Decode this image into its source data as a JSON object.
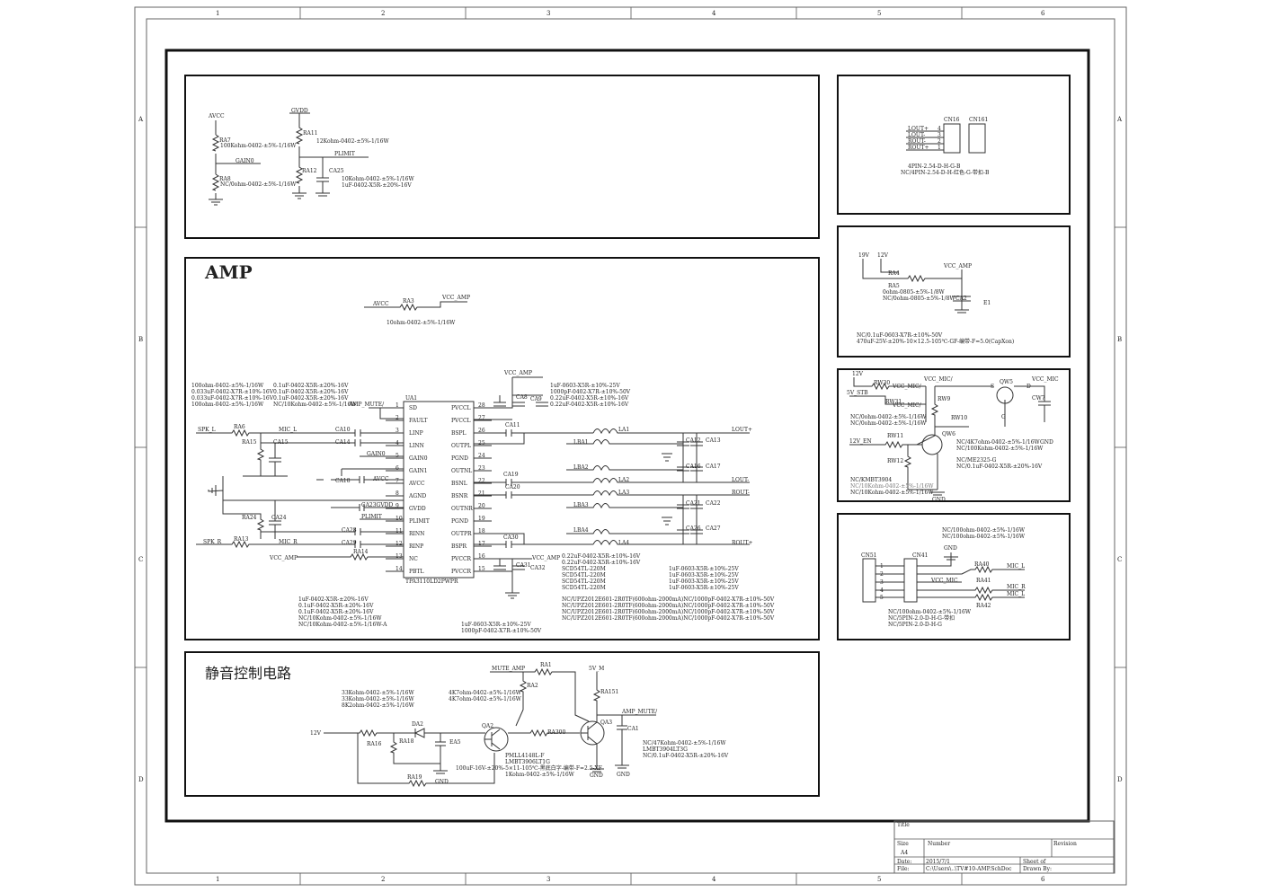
{
  "frame": {
    "columns": [
      "1",
      "2",
      "3",
      "4",
      "5",
      "6"
    ],
    "rows": [
      "A",
      "B",
      "C",
      "D"
    ]
  },
  "gain": {
    "avcc": "AVCC",
    "gvdd": "GVDD",
    "ra7": "RA7",
    "ra7_val": "100Kohm-0402-±5%-1/16W",
    "gain0": "GAIN0",
    "ra8": "RA8",
    "ra8_val": "NC/0ohm-0402-±5%-1/16W",
    "ra11": "RA11",
    "ra11_val": "12Kohm-0402-±5%-1/16W",
    "plimit": "PLIMIT",
    "ra12": "RA12",
    "ca25": "CA25",
    "ra12_val": "10Kohm-0402-±5%-1/16W",
    "ca25_val": "1uF-0402-X5R-±20%-16V"
  },
  "amp": {
    "title": "AMP",
    "avcc": "AVCC",
    "ra3": "RA3",
    "vcc_amp": "VCC_AMP",
    "ra3_val": "10ohm-0402-±5%-1/16W",
    "ic_ref": "UA1",
    "ic_part": "TPA3110LD2PWPR",
    "left_pins": [
      {
        "num": "1",
        "name": "SD"
      },
      {
        "num": "2",
        "name": "FAULT"
      },
      {
        "num": "3",
        "name": "LINP"
      },
      {
        "num": "4",
        "name": "LINN"
      },
      {
        "num": "5",
        "name": "GAIN0"
      },
      {
        "num": "6",
        "name": "GAIN1"
      },
      {
        "num": "7",
        "name": "AVCC"
      },
      {
        "num": "8",
        "name": "AGND"
      },
      {
        "num": "9",
        "name": "GVDD"
      },
      {
        "num": "10",
        "name": "PLIMIT"
      },
      {
        "num": "11",
        "name": "RINN"
      },
      {
        "num": "12",
        "name": "RINP"
      },
      {
        "num": "13",
        "name": "NC"
      },
      {
        "num": "14",
        "name": "PBTL"
      }
    ],
    "right_pins": [
      {
        "num": "28",
        "name": "PVCCL"
      },
      {
        "num": "27",
        "name": "PVCCL"
      },
      {
        "num": "26",
        "name": "BSPL"
      },
      {
        "num": "25",
        "name": "OUTPL"
      },
      {
        "num": "24",
        "name": "PGND"
      },
      {
        "num": "23",
        "name": "OUTNL"
      },
      {
        "num": "22",
        "name": "BSNL"
      },
      {
        "num": "21",
        "name": "BSNR"
      },
      {
        "num": "20",
        "name": "OUTNR"
      },
      {
        "num": "19",
        "name": "PGND"
      },
      {
        "num": "18",
        "name": "OUTPR"
      },
      {
        "num": "17",
        "name": "BSPR"
      },
      {
        "num": "16",
        "name": "PVCCR"
      },
      {
        "num": "15",
        "name": "PVCCR"
      }
    ],
    "notes_left": [
      "100ohm-0402-±5%-1/16W",
      "0.033uF-0402-X7R-±10%-16V",
      "0.033uF-0402-X7R-±10%-16V",
      "100ohm-0402-±5%-1/16W"
    ],
    "notes_left2": [
      "0.1uF-0402-X5R-±20%-16V",
      "0.1uF-0402-X5R-±20%-16V",
      "0.1uF-0402-X5R-±20%-16V",
      "NC/10Kohm-0402-±5%-1/16W"
    ],
    "amp_mute": "AMP_MUTE/",
    "spk_l": "SPK_L",
    "spk_r": "SPK_R",
    "mic_l": "MIC_L",
    "mic_r": "MIC_R",
    "vcc_amp2": "VCC_AMP",
    "ra6": "RA6",
    "ra15": "RA15",
    "ca15": "CA15",
    "ca10": "CA10",
    "ca14": "CA14",
    "ca18": "CA18",
    "ra24": "RA24",
    "ca24": "CA24",
    "ra13": "RA13",
    "ca28": "CA28",
    "ca29": "CA29",
    "ra14": "RA14",
    "ca23": "CA23GVDD",
    "gain0": "GAIN0",
    "plimit": "PLIMIT",
    "ca8": "CA8",
    "ca9": "CA9",
    "ca11": "CA11",
    "ca19": "CA19",
    "ca20": "CA20",
    "ca30": "CA30",
    "ca31": "CA31",
    "ca32": "CA32",
    "vcc_amp_top": "VCC_AMP",
    "vcc_amp_bot": "VCC_AMP",
    "notes_top": [
      "1uF-0603-X5R-±10%-25V",
      "1000pF-0402-X7R-±10%-50V",
      "0.22uF-0402-X5R-±10%-16V",
      "0.22uF-0402-X5R-±10%-16V"
    ],
    "la1": "LA1",
    "la2": "LA2",
    "la3": "LA3",
    "la4": "LA4",
    "lba1": "LBA1",
    "lba2": "LBA2",
    "lba3": "LBA3",
    "lba4": "LBA4",
    "ca12": "CA12",
    "ca13": "CA13",
    "ca16": "CA16",
    "ca17": "CA17",
    "ca21": "CA21",
    "ca22": "CA22",
    "ca26": "CA26",
    "ca27": "CA27",
    "lout_p": "LOUT+",
    "lout_n": "LOUT-",
    "rout_n": "ROUT-",
    "rout_p": "ROUT+",
    "notes_mid": [
      "0.22uF-0402-X5R-±10%-16V",
      "0.22uF-0402-X5R-±10%-16V",
      "SCD54TL-220M",
      "SCD54TL-220M",
      "SCD54TL-220M",
      "SCD54TL-220M"
    ],
    "notes_mid2": [
      "1uF-0603-X5R-±10%-25V",
      "1uF-0603-X5R-±10%-25V",
      "1uF-0603-X5R-±10%-25V",
      "1uF-0603-X5R-±10%-25V"
    ],
    "notes_ferrite": [
      "NC/UPZ2012E601-2R0TF(600ohm-2000mA)NC/1000pF-0402-X7R-±10%-50V",
      "NC/UPZ2012E601-2R0TF(600ohm-2000mA)NC/1000pF-0402-X7R-±10%-50V",
      "NC/UPZ2012E601-2R0TF(600ohm-2000mA)NC/1000pF-0402-X7R-±10%-50V",
      "NC/UPZ2012E601-2R0TF(600ohm-2000mA)NC/1000pF-0402-X7R-±10%-50V"
    ],
    "notes_bottom": [
      "1uF-0402-X5R-±20%-16V",
      "0.1uF-0402-X5R-±20%-16V",
      "0.1uF-0402-X5R-±20%-16V",
      "NC/10Kohm-0402-±5%-1/16W",
      "NC/10Kohm-0402-±5%-1/16W-A"
    ],
    "notes_bottom2": [
      "1uF-0603-X5R-±10%-25V",
      "1000pF-0402-X7R-±10%-50V"
    ]
  },
  "mute": {
    "title": "静音控制电路",
    "mute_amp": "MUTE_AMP",
    "ra1": "RA1",
    "ra2": "RA2",
    "v5m": "5V_M",
    "ra151": "RA151",
    "amp_mute": "AMP_MUTE/",
    "qa3": "QA3",
    "ca1": "CA1",
    "qa2": "QA2",
    "da2": "DA2",
    "ea5": "EA5",
    "ra16": "RA16",
    "ra18": "RA18",
    "ra19": "RA19",
    "ra300": "RA300",
    "v12": "12V",
    "gnd": "GND",
    "notes_l": [
      "33Kohm-0402-±5%-1/16W",
      "33Kohm-0402-±5%-1/16W",
      "8K2ohm-0402-±5%-1/16W"
    ],
    "notes_m": [
      "4K7ohm-0402-±5%-1/16W",
      "4K7ohm-0402-±5%-1/16W"
    ],
    "notes_b": [
      "PMLL4148L-F",
      "LMBT3906LT1G",
      "100uF-16V-±20%-5×11-105℃-黑底白字-编带-F=2.5-XF",
      "1Kohm-0402-±5%-1/16W"
    ],
    "notes_r": [
      "NC/47Kohm-0402-±5%-1/16W",
      "LMBT3904LT3G",
      "NC/0.1uF-0402-X5R-±20%-16V"
    ]
  },
  "conn": {
    "cn16": "CN16",
    "cn161": "CN161",
    "pins": [
      "LOUT+",
      "LOUT-",
      "ROUT-",
      "ROUT+"
    ],
    "nums": [
      "4",
      "3",
      "2",
      "1"
    ],
    "part1": "4PIN-2.54-D-H-G-B",
    "part2": "NC/4PIN-2.54-D-H-红色-G-带扣-B"
  },
  "power": {
    "v19": "19V",
    "v12": "12V",
    "ra4": "RA4",
    "ra5": "RA5",
    "vcc_amp": "VCC_AMP",
    "ca2": "CA2",
    "e1": "E1",
    "n1": "0ohm-0805-±5%-1/8W",
    "n2": "NC/0ohm-0805-±5%-1/8W",
    "n3": "NC/0.1uF-0603-X7R-±10%-50V",
    "n4": "470uF-25V-±20%-10×12.5-105℃-GF-编带-F=5.0(CapXon)"
  },
  "mic": {
    "v12": "12V",
    "rw30": "RW30",
    "vcc_mic1": "VCC_MIC/",
    "v5stb": "5V_STB",
    "rw31": "RW31",
    "vcc_mic2": "VCC_MIC/",
    "vcc_mic3": "VCC_MIC/",
    "rw9": "RW9",
    "s": "S",
    "d": "D",
    "g": "G",
    "qw5": "QW5",
    "vcc_mic": "VCC_MIC",
    "cw7": "CW7",
    "rw10": "RW10",
    "qw6": "QW6",
    "en": "12V_EN",
    "rw11": "RW11",
    "rw12": "RW12",
    "gnd": "GND",
    "n1": "NC/0ohm-0402-±5%-1/16W",
    "n2": "NC/0ohm-0402-±5%-1/16W",
    "n3": "NC/4K7ohm-0402-±5%-1/16W",
    "n4": "NC/100Kohm-0402-±5%-1/16W",
    "n5": "NC/ME2325-G",
    "n6": "NC/0.1uF-0402-X5R-±20%-16V",
    "n7": "NC/KMBT3904",
    "n8": "NC/10Kohm-0402-±5%-1/16W",
    "n9": "NC/10Kohm-0402-±5%-1/16W"
  },
  "micconn": {
    "n1": "NC/100ohm-0402-±5%-1/16W",
    "n2": "NC/100ohm-0402-±5%-1/16W",
    "cn51": "CN51",
    "cn41": "CN41",
    "gnd": "GND",
    "vcc_mic": "VCC_MIC",
    "ra40": "RA40",
    "ra41": "RA41",
    "ra42": "RA42",
    "mic_l": "MIC_L",
    "mic_r": "MIC_R",
    "nums": [
      "1",
      "2",
      "3",
      "4",
      "5"
    ],
    "n3": "NC/100ohm-0402-±5%-1/16W",
    "n4": "NC/5PIN-2.0-D-H-G-带扣",
    "n5": "NC/5PIN-2.0-D-H-G"
  },
  "title_block": {
    "title": "Title",
    "size": "Size",
    "size_val": "A4",
    "number": "Number",
    "revision": "Revision",
    "date": "Date:",
    "date_val": "2015/7/1",
    "sheet": "Sheet  of",
    "file": "File:",
    "file_val": "C:\\Users\\..\\TV#10-AMP.SchDoc",
    "drawn": "Drawn By:"
  }
}
